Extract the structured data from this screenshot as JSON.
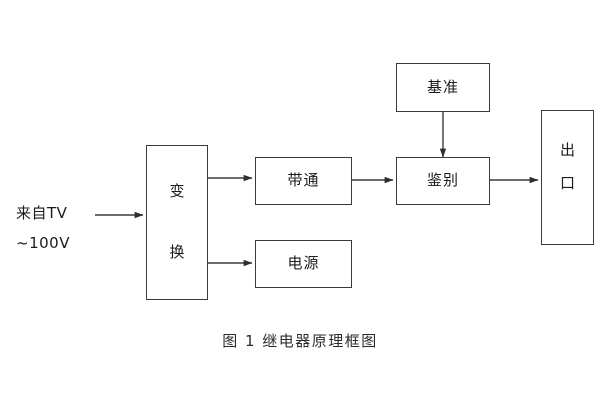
{
  "figure": {
    "caption": "图 1  继电器原理框图",
    "background_color": "#ffffff",
    "line_color": "#3a3a3a",
    "text_color": "#1c1c1c"
  },
  "source": {
    "line1": "来自TV",
    "line2": "~100V"
  },
  "nodes": {
    "converter": {
      "char1": "变",
      "char2": "换"
    },
    "bandpass": {
      "label": "带通"
    },
    "power": {
      "label": "电源"
    },
    "reference": {
      "label": "基准"
    },
    "discriminator": {
      "label": "鉴别"
    },
    "output": {
      "char1": "出",
      "char2": "口"
    }
  },
  "connections": [
    {
      "name": "source-to-converter",
      "from": "来自TV ~100V",
      "to": "变换"
    },
    {
      "name": "converter-to-bandpass",
      "from": "变换",
      "to": "带通"
    },
    {
      "name": "converter-to-power",
      "from": "变换",
      "to": "电源"
    },
    {
      "name": "bandpass-to-discriminator",
      "from": "带通",
      "to": "鉴别"
    },
    {
      "name": "reference-to-discriminator",
      "from": "基准",
      "to": "鉴别"
    },
    {
      "name": "discriminator-to-output",
      "from": "鉴别",
      "to": "出口"
    }
  ]
}
